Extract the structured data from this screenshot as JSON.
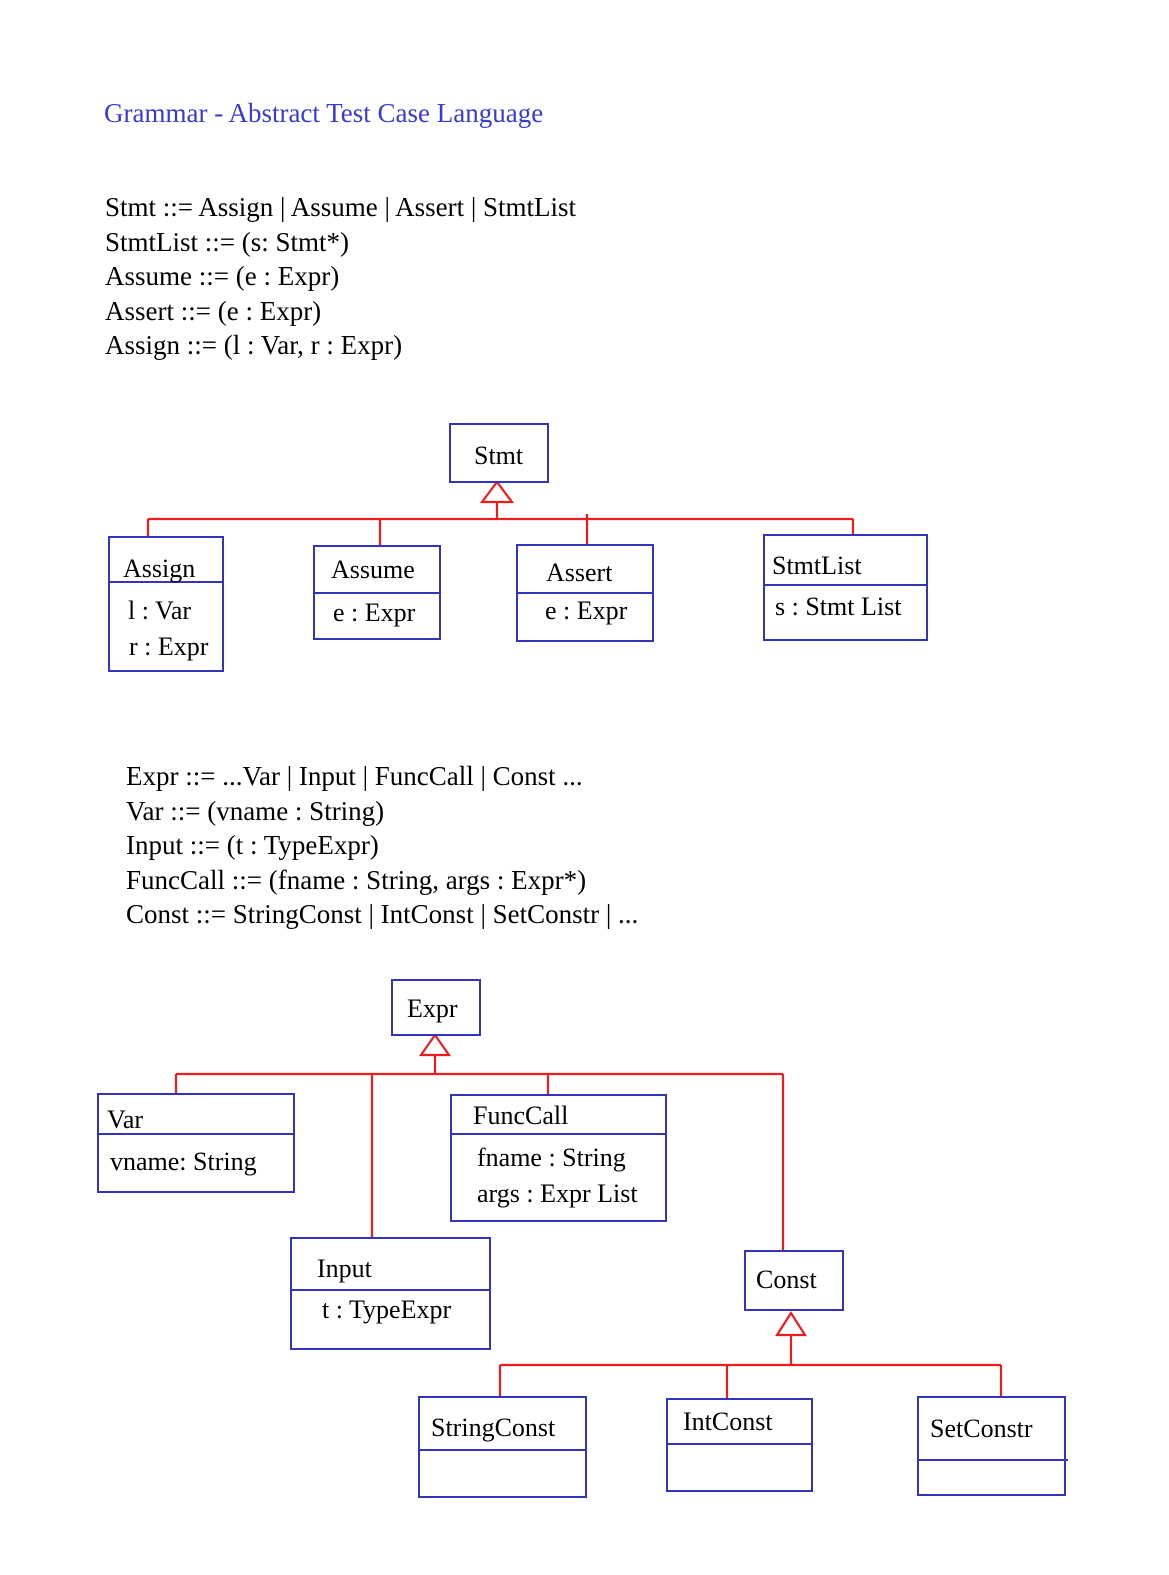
{
  "title": "Grammar - Abstract Test Case Language",
  "colors": {
    "title": "#3a3ad0",
    "box_border": "#3333bb",
    "connector": "#ee1c1c"
  },
  "grammar_stmt": [
    "Stmt ::= Assign | Assume | Assert | StmtList",
    "StmtList ::= (s: Stmt*)",
    "Assume ::= (e : Expr)",
    "Assert ::= (e : Expr)",
    "Assign ::= (l : Var, r : Expr)"
  ],
  "grammar_expr": [
    "Expr ::= ...Var | Input | FuncCall | Const ...",
    "Var ::= (vname : String)",
    "Input ::= (t : TypeExpr)",
    "FuncCall ::= (fname : String, args : Expr*)",
    "Const ::= StringConst | IntConst | SetConstr | ..."
  ],
  "diagram_stmt": {
    "parent": "Stmt",
    "classes": [
      {
        "name": "Assign",
        "attributes": [
          "l : Var",
          "r : Expr"
        ]
      },
      {
        "name": "Assume",
        "attributes": [
          "e : Expr"
        ]
      },
      {
        "name": "Assert",
        "attributes": [
          "e : Expr"
        ]
      },
      {
        "name": "StmtList",
        "attributes": [
          "s : Stmt List"
        ]
      }
    ]
  },
  "diagram_expr": {
    "parent": "Expr",
    "classes": [
      {
        "name": "Var",
        "attributes": [
          "vname: String"
        ]
      },
      {
        "name": "Input",
        "attributes": [
          "t : TypeExpr"
        ]
      },
      {
        "name": "FuncCall",
        "attributes": [
          "fname : String",
          "args : Expr List"
        ]
      },
      {
        "name": "Const",
        "attributes": []
      }
    ]
  },
  "diagram_const": {
    "parent": "Const",
    "classes": [
      {
        "name": "StringConst",
        "attributes": []
      },
      {
        "name": "IntConst",
        "attributes": []
      },
      {
        "name": "SetConstr",
        "attributes": []
      }
    ]
  }
}
